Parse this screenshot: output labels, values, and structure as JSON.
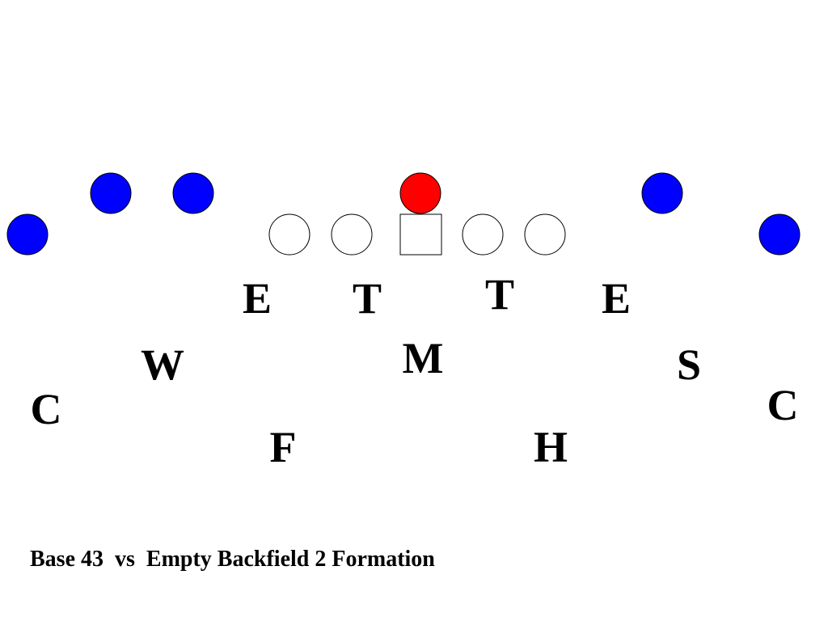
{
  "colors": {
    "receiver": "#0000ff",
    "quarterback": "#ff0000",
    "lineman": "#ffffff",
    "outline": "#000000",
    "text": "#000000"
  },
  "offense": {
    "receivers": [
      "receiver",
      "receiver",
      "receiver",
      "receiver",
      "receiver"
    ],
    "quarterback": "quarterback",
    "linemen": [
      "lineman",
      "lineman",
      "center",
      "lineman",
      "lineman"
    ]
  },
  "defense": {
    "left_end": "E",
    "left_tackle": "T",
    "right_tackle": "T",
    "right_end": "E",
    "weak_linebacker": "W",
    "middle_linebacker": "M",
    "strong_linebacker": "S",
    "left_corner": "C",
    "right_corner": "C",
    "free_safety": "F",
    "strong_safety": "H"
  },
  "caption": "Base 43  vs  Empty Backfield 2 Formation"
}
